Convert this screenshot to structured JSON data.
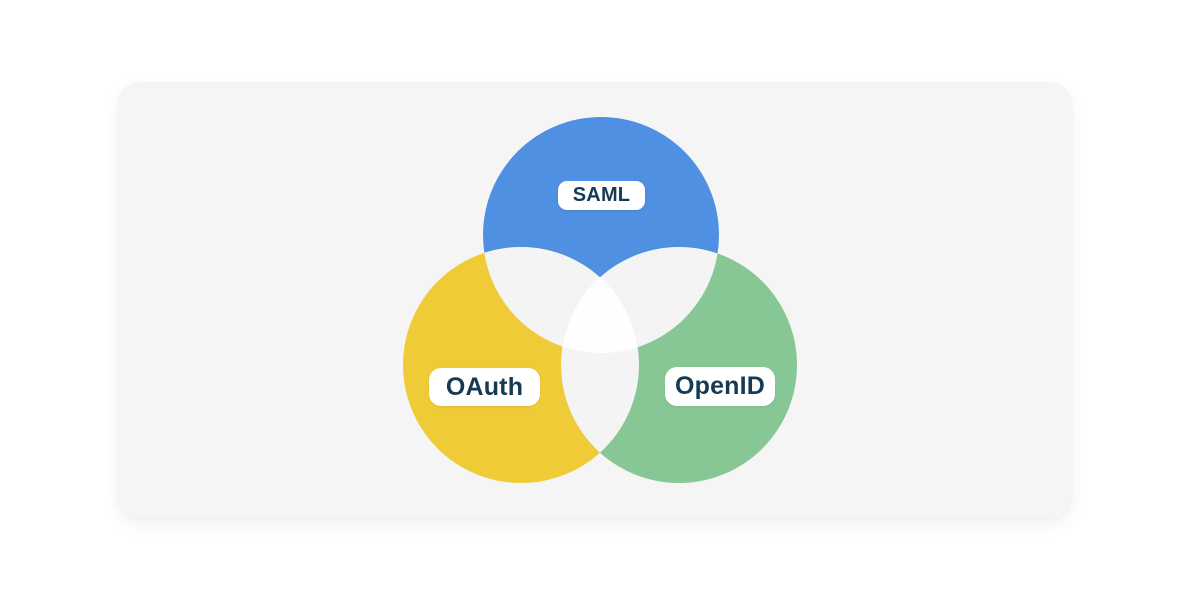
{
  "page": {
    "background_color": "#ffffff"
  },
  "card": {
    "background_color": "#f4f5f4"
  },
  "diagram": {
    "type": "venn",
    "description": "Three-circle Venn diagram of identity protocols",
    "sets": [
      {
        "id": "saml",
        "label": "SAML",
        "color": "#4f90e2",
        "position": "top"
      },
      {
        "id": "oauth",
        "label": "OAuth",
        "color": "#f0cb38",
        "position": "bottom-left"
      },
      {
        "id": "openid",
        "label": "OpenID",
        "color": "#87c795",
        "position": "bottom-right"
      }
    ],
    "overlap_color": "#f3f4f3",
    "center_color": "#fefefe",
    "label_background": "#ffffff",
    "label_text_color": "#163a53"
  }
}
